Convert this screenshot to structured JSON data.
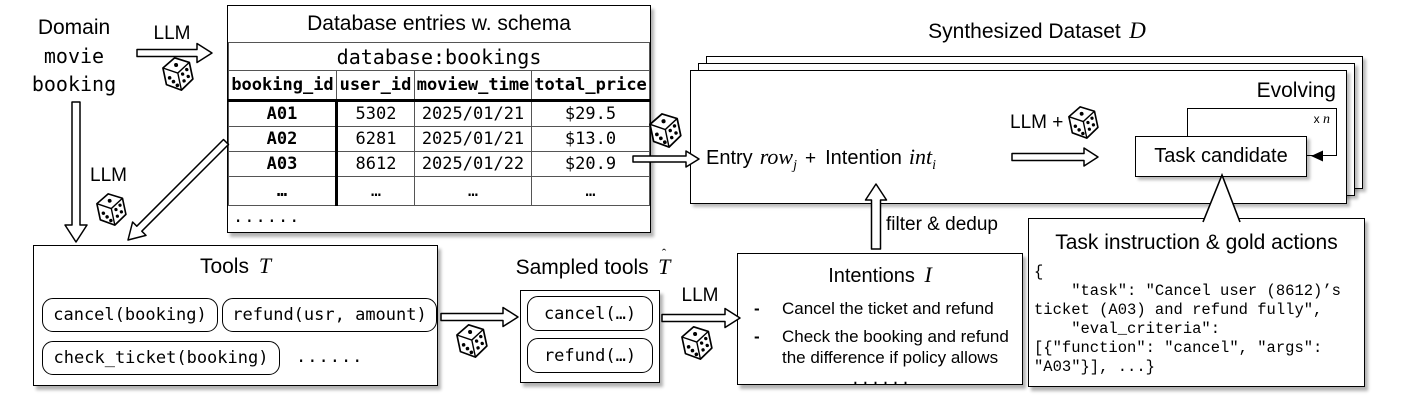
{
  "figure": {
    "domain": {
      "title": "Domain",
      "line1": "movie",
      "line2": "booking"
    },
    "llm": {
      "top": "LLM",
      "left": "LLM",
      "mid": "LLM",
      "evolve": "LLM +"
    },
    "database": {
      "title": "Database entries w. schema",
      "name": "database:bookings",
      "columns": [
        "booking_id",
        "user_id",
        "moview_time",
        "total_price"
      ],
      "rows": [
        [
          "A01",
          "5302",
          "2025/01/21",
          "$29.5"
        ],
        [
          "A02",
          "6281",
          "2025/01/21",
          "$13.0"
        ],
        [
          "A03",
          "8612",
          "2025/01/22",
          "$20.9"
        ],
        [
          "…",
          "…",
          "…",
          "…"
        ]
      ],
      "ellipsis": "......"
    },
    "dataset": {
      "title": "Synthesized Dataset",
      "title_math": "D",
      "entry": {
        "t1": "Entry",
        "m1": "row",
        "s1": "j",
        "plus": "+",
        "t2": "Intention",
        "m2": "int",
        "s2": "i"
      },
      "evolving": "Evolving",
      "xn_x": "x",
      "xn_n": "n",
      "task_candidate": "Task candidate"
    },
    "filter_label": "filter & dedup",
    "tools": {
      "title": "Tools",
      "title_math": "T",
      "pills": [
        "cancel(booking)",
        "refund(usr, amount)",
        "check_ticket(booking)"
      ],
      "ellipsis": "......"
    },
    "sampled": {
      "title": "Sampled tools",
      "title_math": "T",
      "hat": "ˆ",
      "pills": [
        "cancel(…)",
        "refund(…)"
      ]
    },
    "intentions": {
      "title": "Intentions",
      "title_math": "I",
      "bullet": "-",
      "items": [
        "Cancel the ticket and refund",
        "Check the booking and refund the difference if policy allows"
      ],
      "ellipsis": "......"
    },
    "task": {
      "title": "Task instruction & gold actions",
      "code_lines": [
        "{",
        "    \"task\": \"Cancel user (8612)’s",
        "ticket (A03) and refund fully\",",
        "    \"eval_criteria\":",
        "[{\"function\": \"cancel\", \"args\":",
        "\"A03\"}], ...}"
      ]
    }
  }
}
